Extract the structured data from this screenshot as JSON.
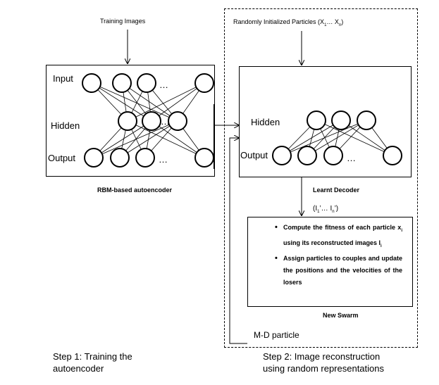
{
  "step1": {
    "input_label": "Training Images",
    "layers": {
      "input": "Input",
      "hidden": "Hidden",
      "output": "Output"
    },
    "dots": "…",
    "caption": "RBM-based  autoencoder",
    "step_title": "Step 1: Training the autoencoder"
  },
  "step2": {
    "input_label": "Randomly Initialized Particles (X",
    "input_sub1": "1",
    "input_mid": "… X",
    "input_subn": "n",
    "input_end": ")",
    "layers": {
      "hidden": "Hidden",
      "output": "Output"
    },
    "dots": "…",
    "decoder_caption": "Learnt Decoder",
    "recon_prefix": "(I",
    "recon_sub1": "1",
    "recon_mid": "’… I",
    "recon_subn": "n",
    "recon_end": "’)",
    "bullet1_a": "Compute  the fitness  of  each particle  x",
    "bullet1_sub": "i",
    "bullet1_b": " using its  reconstructed images I",
    "bullet1_sub2": "i",
    "bullet2": "Assign particles to couples and update  the positions  and  the velocities of the losers",
    "swarm_caption": "New Swarm",
    "feedback_label": "M-D particle",
    "step_title": "Step 2: Image  reconstruction using random representations"
  }
}
